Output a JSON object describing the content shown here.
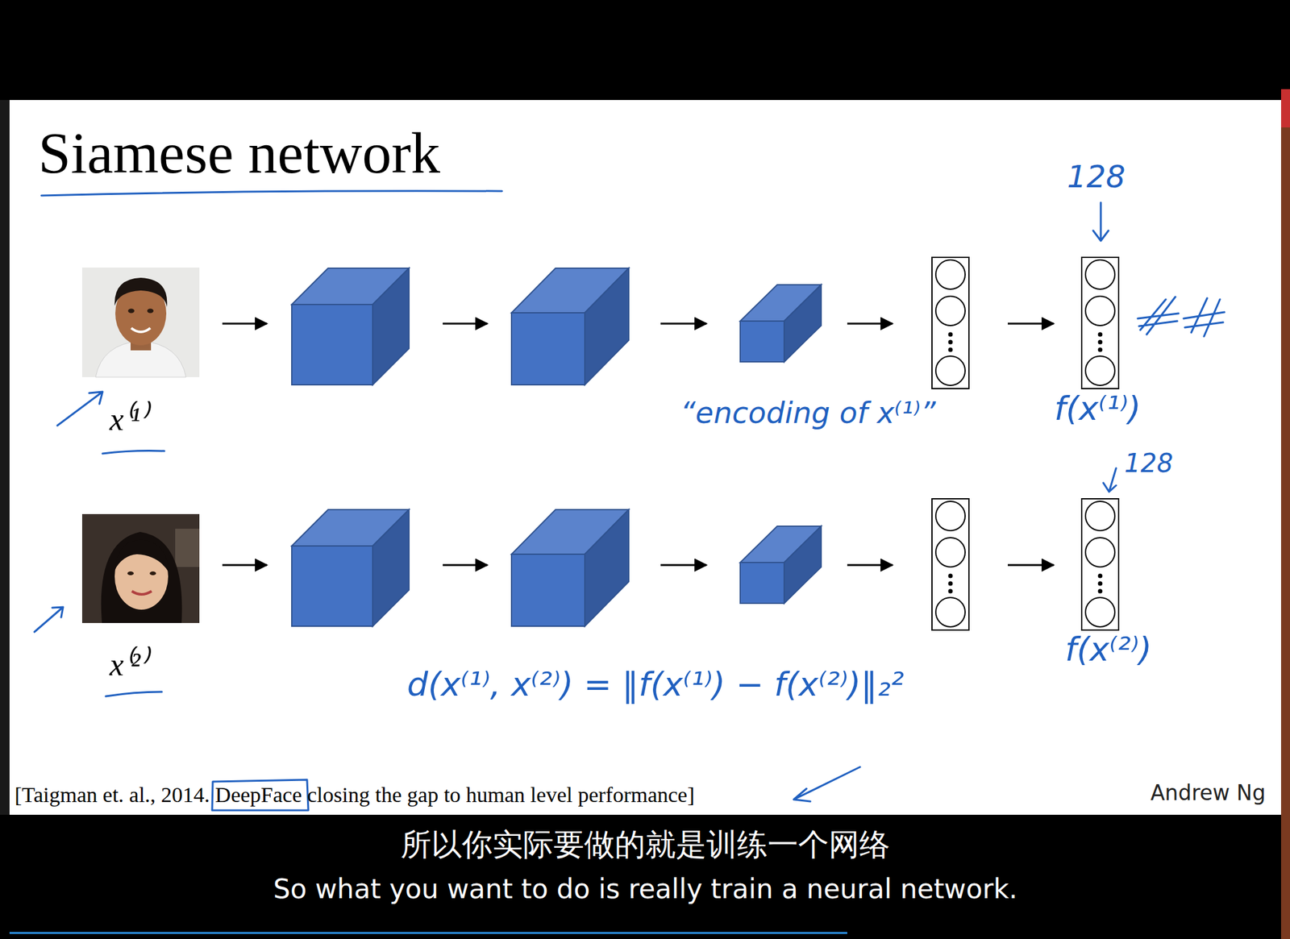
{
  "diagram": {
    "title": "Siamese network",
    "labels": [
      "128",
      "“encoding of x⁽¹⁾”",
      "f(x⁽¹⁾)",
      "x⁽¹⁾",
      "128",
      "x⁽²⁾",
      "f(x⁽²⁾)",
      "d(x⁽¹⁾, x⁽²⁾) = ‖f(x⁽¹⁾) − f(x⁽²⁾)‖₂²",
      "[Taigman et. al., 2014. DeepFace closing the gap to human level performance]",
      "Andrew Ng",
      "所以你实际要做的就是训练一个网络",
      "So what you want to do is really train a neural network."
    ]
  }
}
